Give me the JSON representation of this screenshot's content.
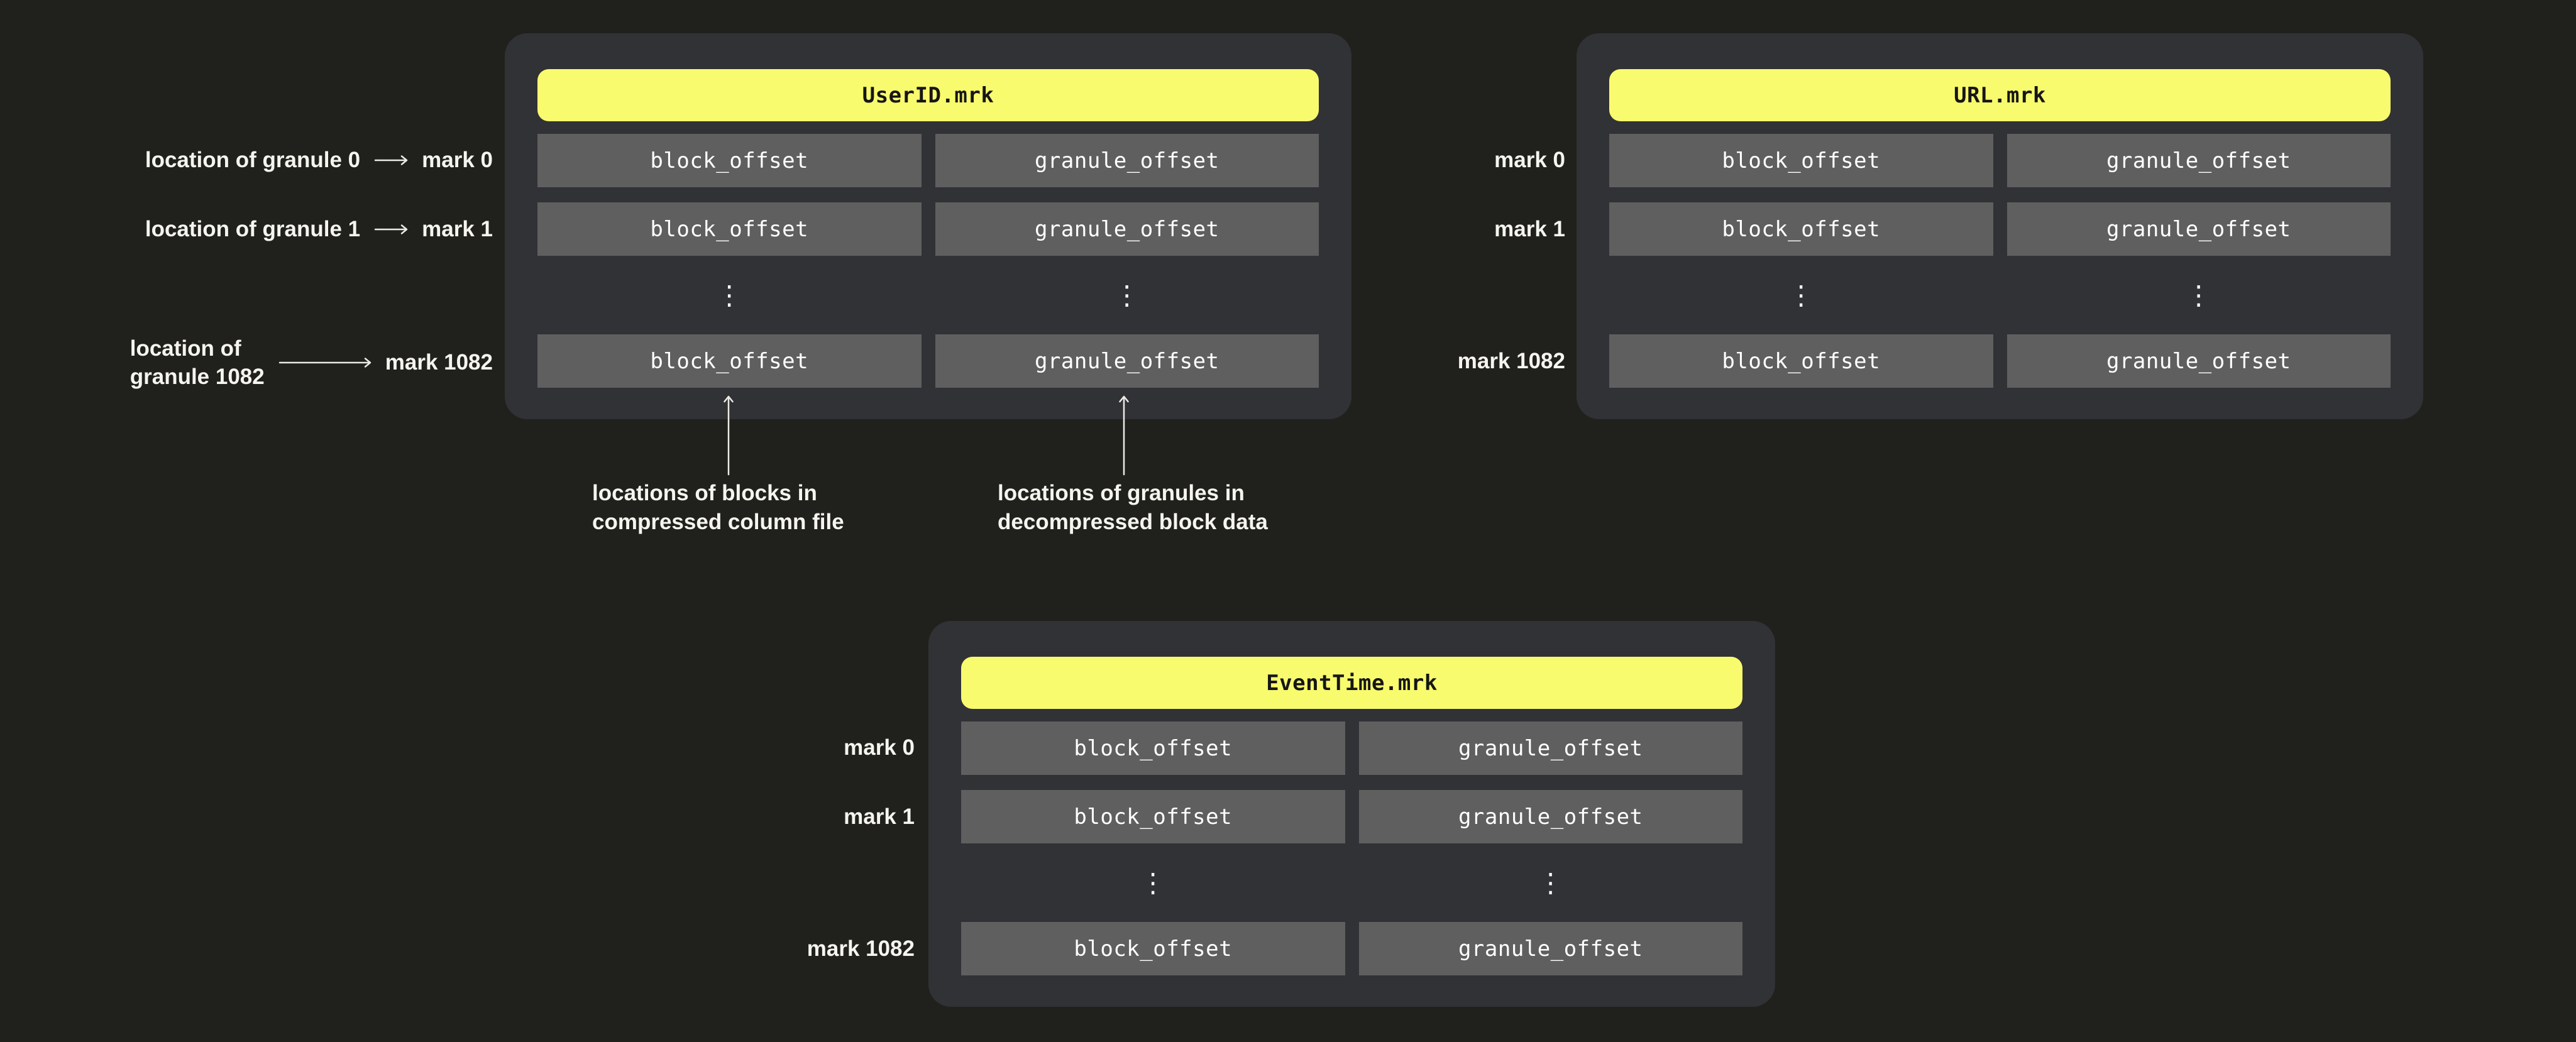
{
  "colors": {
    "background": "#20211c",
    "panel": "#313236",
    "cell": "#5e5f5e",
    "header_highlight": "#f9fb6e",
    "header_text": "#161616",
    "label_text": "#f5f4ef"
  },
  "panels": [
    {
      "title": "UserID.mrk"
    },
    {
      "title": "URL.mrk"
    },
    {
      "title": "EventTime.mrk"
    }
  ],
  "cells": {
    "block": "block_offset",
    "granule": "granule_offset"
  },
  "marks": [
    "mark 0",
    "mark 1",
    "mark 1082"
  ],
  "ellipsis": "⋮",
  "annotations": {
    "granule0": "location of granule 0",
    "granule1": "location of granule 1",
    "granule1082_line1": "location of",
    "granule1082_line2": "granule 1082",
    "blocks_line1": "locations of blocks in",
    "blocks_line2": "compressed column file",
    "granules_line1": "locations of granules in",
    "granules_line2": "decompressed block data"
  }
}
